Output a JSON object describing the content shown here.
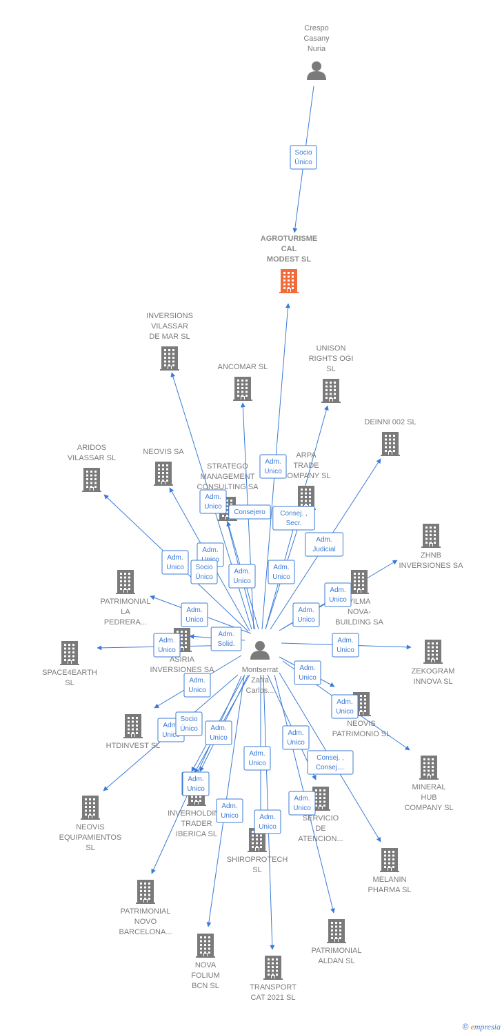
{
  "colors": {
    "edge": "#3a7bd5",
    "company": "#7a7a7a",
    "focus": "#f26b3a",
    "person": "#7a7a7a"
  },
  "nodes": [
    {
      "id": "crespo",
      "type": "person",
      "lines": [
        "Crespo",
        "Casany",
        "Nuria"
      ]
    },
    {
      "id": "agroturisme",
      "type": "focus",
      "lines": [
        "AGROTURISME",
        "CAL",
        "MODEST  SL"
      ]
    },
    {
      "id": "montserrat",
      "type": "person",
      "lines": [
        "Montserrat",
        "Zafra",
        "Carlos..."
      ]
    },
    {
      "id": "inversions",
      "type": "company",
      "lines": [
        "INVERSIONS",
        "VILASSAR",
        "DE MAR  SL"
      ]
    },
    {
      "id": "ancomar",
      "type": "company",
      "lines": [
        "ANCOMAR SL"
      ]
    },
    {
      "id": "unison",
      "type": "company",
      "lines": [
        "UNISON",
        "RIGHTS OGI",
        "SL"
      ]
    },
    {
      "id": "deinni",
      "type": "company",
      "lines": [
        "DEINNI 002  SL"
      ]
    },
    {
      "id": "aridos",
      "type": "company",
      "lines": [
        "ARIDOS",
        "VILASSAR  SL"
      ]
    },
    {
      "id": "neovis",
      "type": "company",
      "lines": [
        "NEOVIS SA"
      ]
    },
    {
      "id": "stratego",
      "type": "company",
      "lines": [
        "STRATEGO",
        "MANAGEMENT",
        "CONSULTING SA"
      ]
    },
    {
      "id": "arpa",
      "type": "company",
      "lines": [
        "ARPA",
        "TRADE",
        "COMPANY  SL"
      ]
    },
    {
      "id": "zhnb",
      "type": "company",
      "lines": [
        "ZHNB",
        "INVERSIONES SA"
      ]
    },
    {
      "id": "patrimonial_pedrera",
      "type": "company",
      "lines": [
        "PATRIMONIAL",
        "LA",
        "PEDRERA..."
      ]
    },
    {
      "id": "vilma",
      "type": "company",
      "lines": [
        "VILMA",
        "NOVA-",
        "BUILDING SA"
      ]
    },
    {
      "id": "space4earth",
      "type": "company",
      "lines": [
        "SPACE4EARTH",
        "SL"
      ]
    },
    {
      "id": "asiria",
      "type": "company",
      "lines": [
        "ASIRIA",
        "INVERSIONES SA"
      ]
    },
    {
      "id": "zekogram",
      "type": "company",
      "lines": [
        "ZEKOGRAM",
        "INNOVA  SL"
      ]
    },
    {
      "id": "htdinvest",
      "type": "company",
      "lines": [
        "HTDINVEST  SL"
      ]
    },
    {
      "id": "neovis_patrimonio",
      "type": "company",
      "lines": [
        "NEOVIS",
        "PATRIMONIO SL"
      ]
    },
    {
      "id": "mineral_hub",
      "type": "company",
      "lines": [
        "MINERAL",
        "HUB",
        "COMPANY  SL"
      ]
    },
    {
      "id": "neovis_equip",
      "type": "company",
      "lines": [
        "NEOVIS",
        "EQUIPAMIENTOS",
        "SL"
      ]
    },
    {
      "id": "inverholding",
      "type": "company",
      "lines": [
        "INVERHOLDING",
        "TRADER",
        "IBERICA SL"
      ]
    },
    {
      "id": "servicio",
      "type": "company",
      "lines": [
        "SERVICIO",
        "DE",
        "ATENCION..."
      ]
    },
    {
      "id": "shiroprotech",
      "type": "company",
      "lines": [
        "SHIROPROTECH",
        "SL"
      ]
    },
    {
      "id": "melanin",
      "type": "company",
      "lines": [
        "MELANIN",
        "PHARMA  SL"
      ]
    },
    {
      "id": "patrimonial_novo",
      "type": "company",
      "lines": [
        "PATRIMONIAL",
        "NOVO",
        "BARCELONA..."
      ]
    },
    {
      "id": "patrimonial_aldan",
      "type": "company",
      "lines": [
        "PATRIMONIAL",
        "ALDAN SL"
      ]
    },
    {
      "id": "nova_folium",
      "type": "company",
      "lines": [
        "NOVA",
        "FOLIUM",
        "BCN  SL"
      ]
    },
    {
      "id": "transport",
      "type": "company",
      "lines": [
        "TRANSPORT",
        "CAT 2021  SL"
      ]
    }
  ],
  "edges": [
    {
      "from": "crespo",
      "to": "agroturisme",
      "label": [
        "Socio",
        "Único"
      ]
    },
    {
      "from": "montserrat",
      "to": "agroturisme",
      "label": [
        "Adm.",
        "Unico"
      ]
    },
    {
      "from": "montserrat",
      "to": "inversions",
      "label": [
        "Adm.",
        "Unico"
      ]
    },
    {
      "from": "montserrat",
      "to": "ancomar",
      "label": [
        "Adm.",
        "Unico"
      ]
    },
    {
      "from": "montserrat",
      "to": "unison",
      "label": [
        "Adm.",
        "Unico"
      ]
    },
    {
      "from": "montserrat",
      "to": "deinni",
      "label": [
        "Adm.",
        "Judicial"
      ]
    },
    {
      "from": "montserrat",
      "to": "aridos",
      "label": [
        "Adm.",
        "Unico"
      ]
    },
    {
      "from": "montserrat",
      "to": "neovis",
      "label": [
        "Adm.",
        "Unico"
      ]
    },
    {
      "from": "montserrat",
      "to": "stratego",
      "label": [
        "Consejero"
      ]
    },
    {
      "from": "montserrat",
      "to": "stratego",
      "label": [
        "Socio",
        "Único"
      ]
    },
    {
      "from": "montserrat",
      "to": "arpa",
      "label": [
        "Consej. ,",
        "Secr."
      ]
    },
    {
      "from": "montserrat",
      "to": "zhnb",
      "label": [
        "Adm.",
        "Unico"
      ]
    },
    {
      "from": "montserrat",
      "to": "patrimonial_pedrera",
      "label": [
        "Adm.",
        "Unico"
      ]
    },
    {
      "from": "montserrat",
      "to": "vilma",
      "label": [
        "Adm.",
        "Unico"
      ]
    },
    {
      "from": "montserrat",
      "to": "space4earth",
      "label": [
        "Adm.",
        "Unico"
      ]
    },
    {
      "from": "montserrat",
      "to": "asiria",
      "label": [
        "Adm.",
        "Solid."
      ]
    },
    {
      "from": "montserrat",
      "to": "zekogram",
      "label": [
        "Adm.",
        "Unico"
      ]
    },
    {
      "from": "montserrat",
      "to": "htdinvest",
      "label": [
        "Adm.",
        "Unico"
      ]
    },
    {
      "from": "montserrat",
      "to": "neovis_patrimonio",
      "label": [
        "Adm.",
        "Unico"
      ]
    },
    {
      "from": "montserrat",
      "to": "mineral_hub",
      "label": [
        "Adm.",
        "Unico"
      ]
    },
    {
      "from": "montserrat",
      "to": "neovis_equip",
      "label": [
        "Adm.",
        "Unico"
      ]
    },
    {
      "from": "montserrat",
      "to": "inverholding",
      "label": [
        "Socio",
        "Único"
      ]
    },
    {
      "from": "montserrat",
      "to": "inverholding",
      "label": [
        "Adm.",
        "Unico"
      ]
    },
    {
      "from": "montserrat",
      "to": "inverholding",
      "label": [
        "Adm.",
        "Unico"
      ]
    },
    {
      "from": "montserrat",
      "to": "servicio",
      "label": [
        "Adm.",
        "Unico"
      ]
    },
    {
      "from": "montserrat",
      "to": "shiroprotech",
      "label": [
        "Adm.",
        "Unico"
      ]
    },
    {
      "from": "montserrat",
      "to": "melanin",
      "label": [
        "Consej. ,",
        "Consej...."
      ]
    },
    {
      "from": "montserrat",
      "to": "patrimonial_novo",
      "label": [
        "Adm.",
        "Unico"
      ]
    },
    {
      "from": "montserrat",
      "to": "patrimonial_aldan",
      "label": [
        "Adm.",
        "Unico"
      ]
    },
    {
      "from": "montserrat",
      "to": "nova_folium",
      "label": [
        "Adm.",
        "Unico"
      ]
    },
    {
      "from": "montserrat",
      "to": "transport",
      "label": [
        "Adm.",
        "Unico"
      ]
    }
  ],
  "footer": {
    "copyright": "©",
    "brand_initial": "e",
    "brand_rest": "mpresia"
  }
}
